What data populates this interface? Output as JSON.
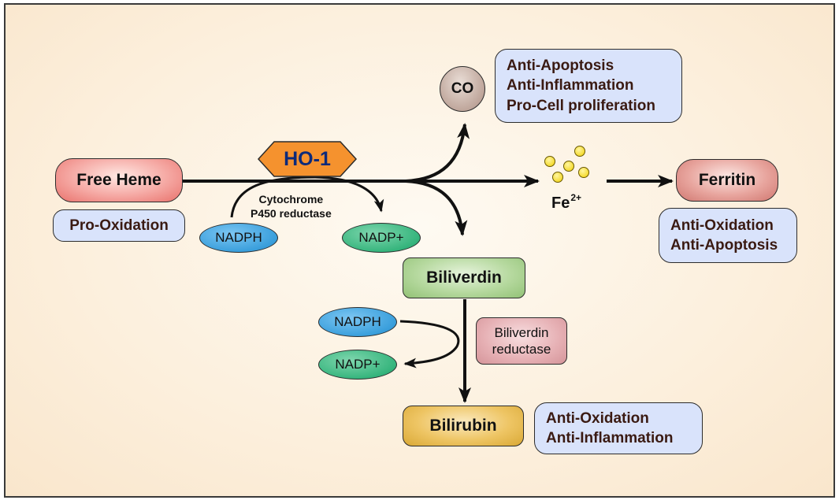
{
  "nodes": {
    "free_heme": "Free Heme",
    "ho1": "HO-1",
    "co": "CO",
    "fe": "Fe",
    "fe_sup": "2+",
    "ferritin": "Ferritin",
    "biliverdin": "Biliverdin",
    "bilirubin": "Bilirubin",
    "biliverdin_reductase": [
      "Biliverdin",
      "reductase"
    ],
    "cytochrome": [
      "Cytochrome",
      "P450 reductase"
    ]
  },
  "cofactors": {
    "nadph_1": "NADPH",
    "nadp_plus_1": "NADP+",
    "nadph_2": "NADPH",
    "nadp_plus_2": "NADP+"
  },
  "effects": {
    "heme": [
      "Pro-Oxidation"
    ],
    "co": [
      "Anti-Apoptosis",
      "Anti-Inflammation",
      "Pro-Cell proliferation"
    ],
    "ferritin": [
      "Anti-Oxidation",
      "Anti-Apoptosis"
    ],
    "bilirubin": [
      "Anti-Oxidation",
      "Anti-Inflammation"
    ]
  },
  "colors": {
    "free_heme": "#f08a86",
    "ho1": "#f5922e",
    "co": "#bfa69b",
    "ferritin": "#d9857d",
    "biliverdin": "#a6cf8c",
    "bilirubin": "#e8b84b",
    "biliverdin_reductase": "#e3a3a8",
    "iron_dots": "#f3d51c",
    "effect_box": "#d9e3fb"
  }
}
